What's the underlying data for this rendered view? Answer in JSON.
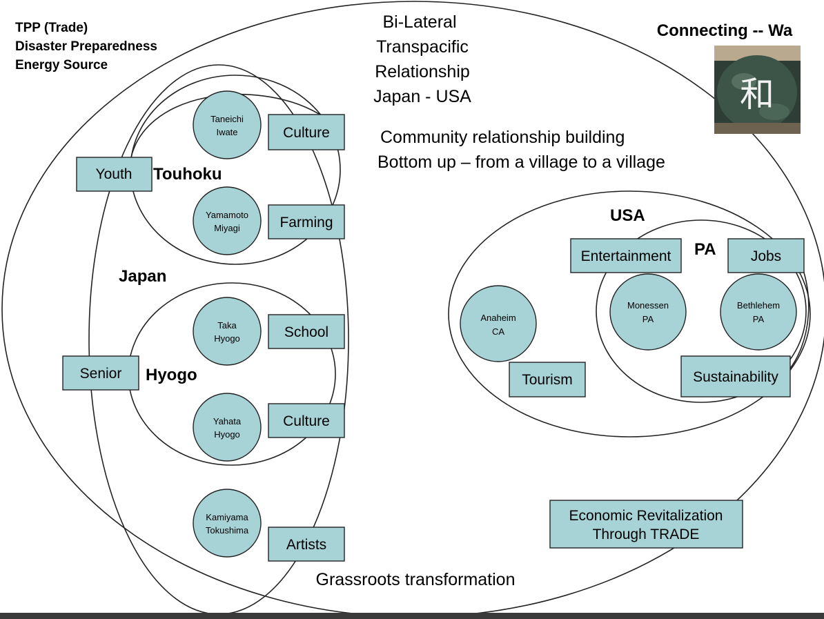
{
  "corner_notes": [
    "TPP  (Trade)",
    "Disaster Preparedness",
    "Energy Source"
  ],
  "title_lines": [
    "Bi-Lateral",
    "Transpacific",
    "Relationship",
    "Japan - USA"
  ],
  "wa": {
    "label": "Connecting  -- Wa",
    "kanji": "和"
  },
  "community_lines": [
    "Community relationship building",
    "Bottom up – from a village to a village"
  ],
  "regions": {
    "japan": "Japan",
    "touhoku": "Touhoku",
    "hyogo": "Hyogo",
    "usa": "USA",
    "pa": "PA"
  },
  "cities": {
    "taneichi": [
      "Taneichi",
      "Iwate"
    ],
    "yamamoto": [
      "Yamamoto",
      "Miyagi"
    ],
    "taka": [
      "Taka",
      "Hyogo"
    ],
    "yahata": [
      "Yahata",
      "Hyogo"
    ],
    "kamiyama": [
      "Kamiyama",
      "Tokushima"
    ],
    "anaheim": [
      "Anaheim",
      "CA"
    ],
    "monessen": [
      "Monessen",
      "PA"
    ],
    "bethlehem": [
      "Bethlehem",
      "PA"
    ]
  },
  "tags": {
    "culture_touhoku": "Culture",
    "farming": "Farming",
    "youth": "Youth",
    "school": "School",
    "senior": "Senior",
    "culture_hyogo": "Culture",
    "artists": "Artists",
    "entertainment": "Entertainment",
    "jobs": "Jobs",
    "tourism": "Tourism",
    "sustainability": "Sustainability"
  },
  "economic_lines": [
    "Economic Revitalization",
    "Through TRADE"
  ],
  "footer": "Grassroots transformation",
  "colors": {
    "box_fill": "#a7d2d6",
    "stroke": "#222222",
    "bottom_bar": "#3a3a3a"
  }
}
